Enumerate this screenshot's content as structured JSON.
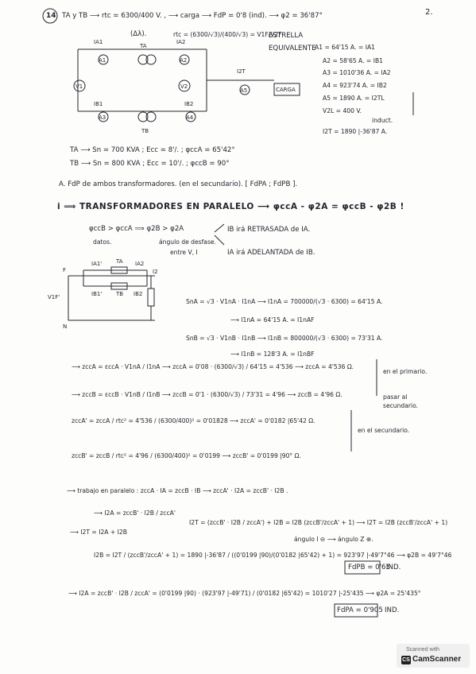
{
  "page_number": "2.",
  "problem": {
    "number": "14",
    "header_l1": "TA y TB ⟶ rtc = 6300/400 V. , ⟶ carga ⟶ FdP = 0'8 (ind). ⟶ φ2 = 36'87°",
    "header_l2": "(Δλ).",
    "header_l3": "rtc = (6300/√3)/(400/√3) = V1F/V2F",
    "estrella": "ESTRELLA",
    "equivalente": "EQUIVALENTE"
  },
  "circuit1": {
    "labels": [
      "IA1",
      "TA",
      "IA2",
      "A1",
      "A2",
      "V1",
      "V2",
      "I2T",
      "A5",
      "CARGA",
      "IB1",
      "IB2",
      "A3",
      "A4",
      "TB"
    ]
  },
  "readings": [
    "A1 = 64'15 A. = IA1",
    "A2 = 58'65 A. = IB1",
    "A3 = 1010'36 A. = IA2",
    "A4 = 923'74 A. = IB2",
    "A5 = 1890 A. = I2TL",
    "V2L = 400 V.",
    "induct.",
    "I2T = 1890 |-36'87 A."
  ],
  "specs": {
    "ta": "TA ⟶ Sn = 700 KVA ; Ecc = 8'/. ; φccA = 65'42°",
    "tb": "TB ⟶ Sn = 800 KVA ; Ecc = 10'/. ; φccB = 90°"
  },
  "question": "A. FdP de ambos transformadores. (en el secundario). [ FdPA ; FdPB ].",
  "section_title": "i ⟹ TRANSFORMADORES EN PARALELO ⟶ φccA - φ2A = φccB - φ2B !",
  "phase": {
    "l1": "φccB > φccA ⟹ φ2B > φ2A",
    "datos": "datos.",
    "angulo": "ángulo de desfase.",
    "entre": "entre V, I",
    "ib": "IB irá RETRASADA de IA.",
    "ia": "IA irá ADELANTADA de IB."
  },
  "circuit2": {
    "labels": [
      "IA1'",
      "TA",
      "IA2",
      "F",
      "I2",
      "V1F'",
      "IB1'",
      "TB",
      "IB2",
      "N"
    ]
  },
  "currents": {
    "sna": "SnA = √3 · V1nA · I1nA ⟶ I1nA = 700000/(√3 · 6300) = 64'15 A.",
    "ina": "⟶ I1nA = 64'15 A. = I1nAF",
    "snb": "SnB = √3 · V1nB · I1nB ⟶ I1nB = 800000/(√3 · 6300) = 73'31 A.",
    "inb": "⟶ I1nB = 128'3 A. = I1nBF"
  },
  "impedances": {
    "zcca": "⟶ zccA = εccA · V1nA / I1nA ⟶ zccA = 0'08 · (6300/√3) / 64'15 = 4'536 ⟶ zccA = 4'536 Ω.",
    "zccb": "⟶ zccB = εccB · V1nB / I1nB ⟶ zccB = 0'1 · (6300/√3) / 73'31 = 4'96 ⟶ zccB = 4'96 Ω.",
    "primario": "en el primario.",
    "pasar": "pasar al secundario.",
    "zca_sec": "zccA' = zccA / rtc² = 4'536 / (6300/400)² = 0'01828 ⟶ zccA' = 0'0182 |65'42 Ω.",
    "zcb_sec": "zccB' = zccB / rtc² = 4'96 / (6300/400)² = 0'0199 ⟶ zccB' = 0'0199 |90° Ω.",
    "secundario": "en el secundario."
  },
  "parallel": {
    "l1": "⟶ trabajo en paralelo : zccA · IA = zccB · IB ⟶ zccA' · I2A = zccB' · I2B .",
    "l2": "⟶ I2A = zccB' · I2B / zccA'",
    "l3": "⟶ I2T = I2A + I2B",
    "l4": "I2T = (zccB' · I2B / zccA') + I2B = I2B (zccB'/zccA' + 1) ⟶ I2T = I2B (zccB'/zccA' + 1)",
    "angulo": "ángulo I ⊖ ⟶ ángulo Z ⊕."
  },
  "results": {
    "i2b": "I2B = I2T / (zccB'/zccA' + 1) = 1890 |-36'87 / ((0'0199 |90)/(0'0182 |65'42) + 1) = 923'97 |-49'7°46 ⟶ φ2B = 49'7°46",
    "fdpb": "FdPB = 0'65",
    "ind_b": "IND.",
    "i2a": "⟶ I2A = zccB' · I2B / zccA' = (0'0199 |90) · (923'97 |-49'71) / (0'0182 |65'42) = 1010'27 |-25'435 ⟶ φ2A = 25'435°",
    "fdpa": "FdPA = 0'905",
    "ind_a": "IND."
  },
  "watermark": {
    "top": "Scanned with",
    "main": "CamScanner",
    "logo": "CS"
  }
}
